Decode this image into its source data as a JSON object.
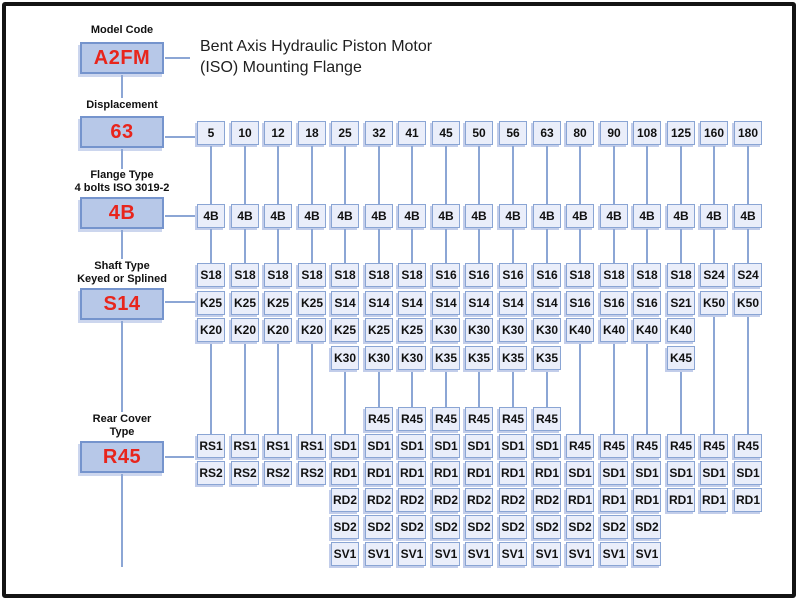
{
  "title": {
    "line1": "Bent Axis Hydraulic Piston Motor",
    "line2": "(ISO) Mounting Flange"
  },
  "left_panel": {
    "model": {
      "label1": "Model Code",
      "code": "A2FM"
    },
    "displacement": {
      "label1": "Displacement",
      "code": "63"
    },
    "flange": {
      "label1": "Flange Type",
      "label2": "4 bolts ISO 3019-2",
      "code": "4B"
    },
    "shaft": {
      "label1": "Shaft Type",
      "label2": "Keyed or Splined",
      "code": "S14"
    },
    "rear": {
      "label1": "Rear Cover",
      "label2": "Type",
      "code": "R45"
    }
  },
  "grid": {
    "displacement_row": [
      "5",
      "10",
      "12",
      "18",
      "25",
      "32",
      "41",
      "45",
      "50",
      "56",
      "63",
      "80",
      "90",
      "108",
      "125",
      "160",
      "180"
    ],
    "flange_row": [
      "4B",
      "4B",
      "4B",
      "4B",
      "4B",
      "4B",
      "4B",
      "4B",
      "4B",
      "4B",
      "4B",
      "4B",
      "4B",
      "4B",
      "4B",
      "4B",
      "4B"
    ],
    "shaft_rows": [
      [
        "S18",
        "S18",
        "S18",
        "S18",
        "S18",
        "S18",
        "S18",
        "S16",
        "S16",
        "S16",
        "S16",
        "S18",
        "S18",
        "S18",
        "S18",
        "S24",
        "S24"
      ],
      [
        "K25",
        "K25",
        "K25",
        "K25",
        "S14",
        "S14",
        "S14",
        "S14",
        "S14",
        "S14",
        "S14",
        "S16",
        "S16",
        "S16",
        "S21",
        "K50",
        "K50"
      ],
      [
        "K20",
        "K20",
        "K20",
        "K20",
        "K25",
        "K25",
        "K25",
        "K30",
        "K30",
        "K30",
        "K30",
        "K40",
        "K40",
        "K40",
        "K40",
        "",
        ""
      ],
      [
        "",
        "",
        "",
        "",
        "K30",
        "K30",
        "K30",
        "K35",
        "K35",
        "K35",
        "K35",
        "",
        "",
        "",
        "K45",
        "",
        ""
      ]
    ],
    "rear_rows": [
      [
        "",
        "",
        "",
        "",
        "",
        "R45",
        "R45",
        "R45",
        "R45",
        "R45",
        "R45",
        "",
        "",
        "",
        "",
        "",
        ""
      ],
      [
        "RS1",
        "RS1",
        "RS1",
        "RS1",
        "SD1",
        "SD1",
        "SD1",
        "SD1",
        "SD1",
        "SD1",
        "SD1",
        "R45",
        "R45",
        "R45",
        "R45",
        "R45",
        "R45"
      ],
      [
        "RS2",
        "RS2",
        "RS2",
        "RS2",
        "RD1",
        "RD1",
        "RD1",
        "RD1",
        "RD1",
        "RD1",
        "RD1",
        "SD1",
        "SD1",
        "SD1",
        "SD1",
        "SD1",
        "SD1"
      ],
      [
        "",
        "",
        "",
        "",
        "RD2",
        "RD2",
        "RD2",
        "RD2",
        "RD2",
        "RD2",
        "RD2",
        "RD1",
        "RD1",
        "RD1",
        "RD1",
        "RD1",
        "RD1"
      ],
      [
        "",
        "",
        "",
        "",
        "SD2",
        "SD2",
        "SD2",
        "SD2",
        "SD2",
        "SD2",
        "SD2",
        "SD2",
        "SD2",
        "SD2",
        "",
        "",
        ""
      ],
      [
        "",
        "",
        "",
        "",
        "SV1",
        "SV1",
        "SV1",
        "SV1",
        "SV1",
        "SV1",
        "SV1",
        "SV1",
        "SV1",
        "SV1",
        "",
        "",
        ""
      ]
    ]
  },
  "colors": {
    "cell_fill": "#eaeefa",
    "cell_border": "#8aa5d4",
    "cell_shadow": "#c2cdea",
    "box_fill": "#b7c8e8",
    "box_border": "#7594cd",
    "code_red": "#e8251c",
    "connector_line": "#8ca6d5",
    "frame": "#141414"
  }
}
